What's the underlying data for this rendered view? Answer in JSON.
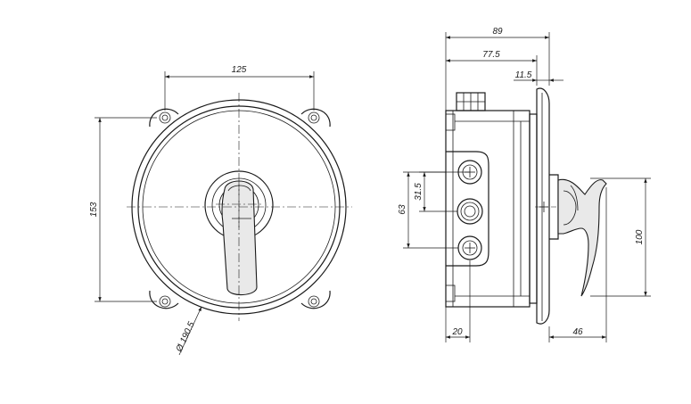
{
  "dimensions": {
    "front_width": "125",
    "front_height": "153",
    "front_diameter": "Ø 190.5",
    "side_total_depth": "89",
    "side_body_depth": "77.5",
    "side_flange": "11.5",
    "side_port_pitch": "31.5",
    "side_port_span": "63",
    "side_handle_height": "100",
    "side_port_offset": "20",
    "side_handle_reach": "46"
  },
  "colors": {
    "line": "#1a1a1a",
    "background": "#ffffff",
    "shade": "#e9e9e9"
  }
}
